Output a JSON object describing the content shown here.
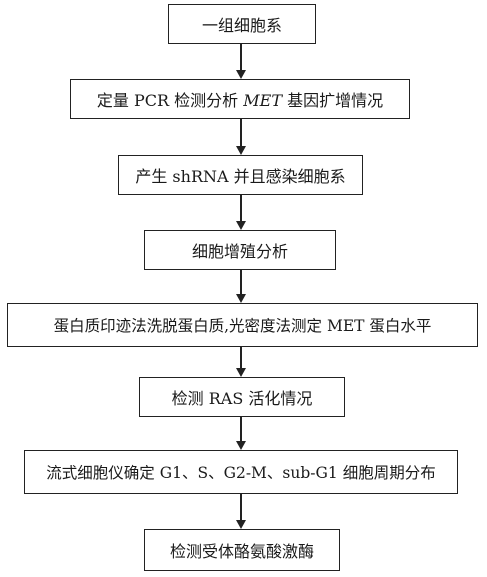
{
  "steps": [
    {
      "text": "一组细胞系"
    },
    {
      "pre": "定量 PCR 检测分析 ",
      "em": "MET",
      "post": " 基因扩增情况"
    },
    {
      "text": "产生 shRNA 并且感染细胞系"
    },
    {
      "text": "细胞增殖分析"
    },
    {
      "text": "蛋白质印迹法洗脱蛋白质,光密度法测定 MET 蛋白水平"
    },
    {
      "text": "检测 RAS 活化情况"
    },
    {
      "text": "流式细胞仪确定 G1、S、G2-M、sub-G1 细胞周期分布"
    },
    {
      "text": "检测受体酪氨酸激酶"
    }
  ]
}
